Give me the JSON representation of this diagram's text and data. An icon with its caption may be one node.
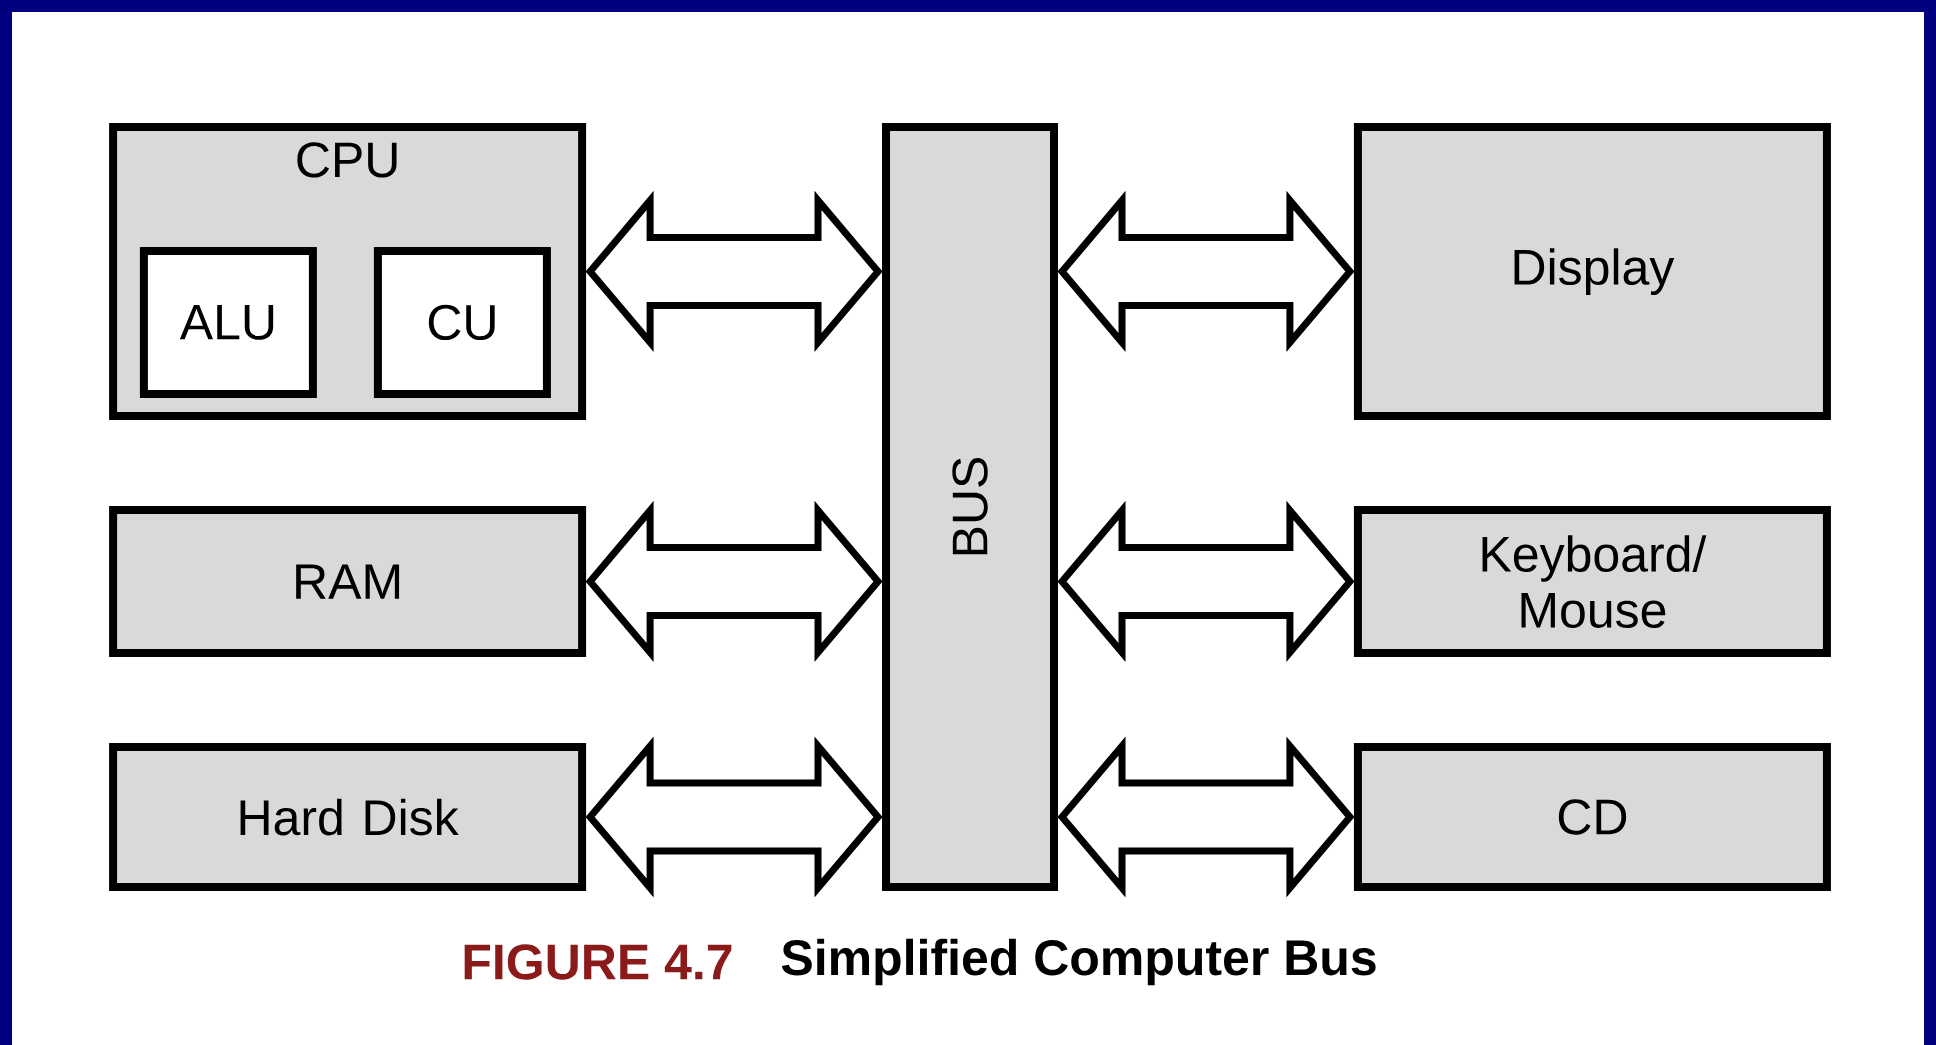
{
  "diagram": {
    "caption": "Simplified Computer Bus",
    "nodes": [
      {
        "text": [
          "CPU"
        ]
      },
      {
        "text": [
          "ALU"
        ],
        "in": 0
      },
      {
        "text": [
          "CU"
        ],
        "in": 0
      },
      {
        "text": [
          "BUS"
        ]
      },
      {
        "text": [
          "Display"
        ]
      },
      {
        "text": [
          "RAM"
        ]
      },
      {
        "text": [
          "Keyboard/ Mouse"
        ]
      },
      {
        "text": [
          "Hard Disk"
        ]
      },
      {
        "text": [
          "CD"
        ]
      }
    ],
    "edges": [
      {
        "from": 0,
        "to": 3,
        "arrow": "both"
      },
      {
        "from": 3,
        "to": 4,
        "arrow": "both"
      },
      {
        "from": 5,
        "to": 3,
        "arrow": "both"
      },
      {
        "from": 3,
        "to": 6,
        "arrow": "both"
      },
      {
        "from": 7,
        "to": 3,
        "arrow": "both"
      },
      {
        "from": 3,
        "to": 8,
        "arrow": "both"
      }
    ],
    "labels": [
      "FIGURE 4.7"
    ]
  }
}
